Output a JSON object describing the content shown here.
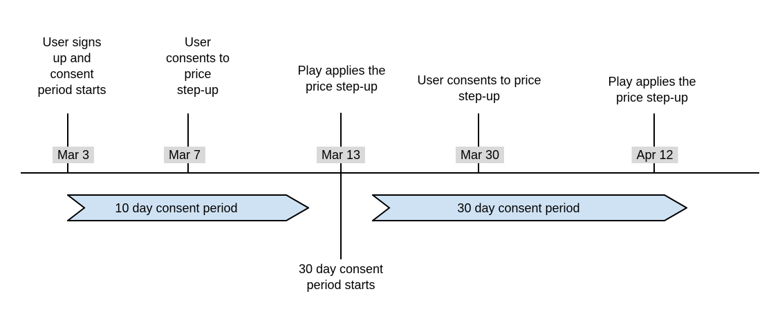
{
  "diagram": {
    "type": "timeline",
    "events": [
      {
        "label": "User signs\nup and\nconsent\nperiod starts",
        "date": "Mar 3"
      },
      {
        "label": "User\nconsents to\nprice\nstep-up",
        "date": "Mar 7"
      },
      {
        "label": "Play applies the\nprice step-up",
        "date": "Mar 13"
      },
      {
        "label": "User consents to price\nstep-up",
        "date": "Mar 30"
      },
      {
        "label": "Play applies the\nprice step-up",
        "date": "Apr 12"
      }
    ],
    "periods": [
      {
        "label": "10 day consent period"
      },
      {
        "label": "30 day consent period"
      }
    ],
    "note": "30 day consent\nperiod starts",
    "colors": {
      "banner_fill": "#cfe2f3",
      "banner_border": "#000000",
      "date_label_bg": "#d9d9d9",
      "line": "#000000",
      "text": "#000000"
    }
  }
}
